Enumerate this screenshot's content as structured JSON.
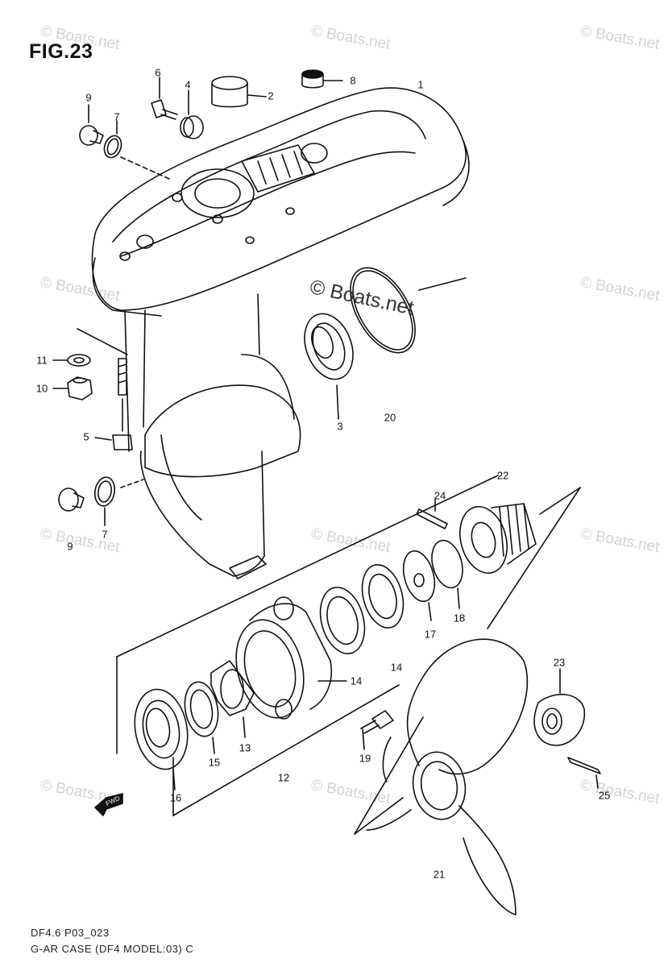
{
  "figure": {
    "title": "FIG.23",
    "watermark_main": "© Boats.net",
    "watermark_faint": "© Boats.net",
    "footer_code": "DF4.6 P03_023",
    "footer_title": "G-AR CASE (DF4 MODEL:03) C"
  },
  "callouts": {
    "c1": "1",
    "c2": "2",
    "c3": "3",
    "c4": "4",
    "c5": "5",
    "c6": "6",
    "c7a": "7",
    "c7b": "7",
    "c8": "8",
    "c9a": "9",
    "c9b": "9",
    "c10": "10",
    "c11": "11",
    "c12": "12",
    "c13": "13",
    "c14a": "14",
    "c14b": "14",
    "c15": "15",
    "c16": "16",
    "c17": "17",
    "c18": "18",
    "c19": "19",
    "c20": "20",
    "c21": "21",
    "c22": "22",
    "c23": "23",
    "c24": "24",
    "c25": "25"
  },
  "fwd_arrow_label": "FWD",
  "colors": {
    "ink": "#111111",
    "watermark": "#d3d3d3"
  }
}
